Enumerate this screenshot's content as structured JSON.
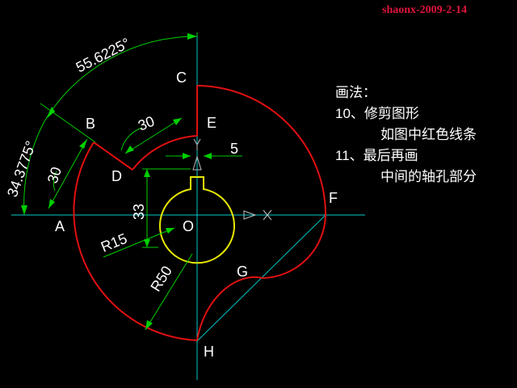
{
  "watermark": "shaonx-2009-2-14",
  "notes": {
    "title": "画法：",
    "step10": "10、修剪图形",
    "step10_detail": "如图中红色线条",
    "step11": "11、最后再画",
    "step11_detail": "中间的轴孔部分"
  },
  "points": {
    "A": "A",
    "B": "B",
    "C": "C",
    "D": "D",
    "E": "E",
    "F": "F",
    "G": "G",
    "H": "H",
    "O": "O"
  },
  "axes": {
    "x": "X",
    "y": "Y"
  },
  "dimensions": {
    "angle_top": "55.6225°",
    "angle_left": "34.3775°",
    "len_bd": "30",
    "len_ab": "30",
    "key_width": "5",
    "height": "33",
    "radius_small": "R15",
    "radius_large": "R50"
  },
  "colors": {
    "background": "#000000",
    "centerline": "#00c8c8",
    "outline": "#e01010",
    "hole": "#e8e800",
    "dimension": "#00d000",
    "label": "#ffffff",
    "watermark": "#e0143c"
  }
}
